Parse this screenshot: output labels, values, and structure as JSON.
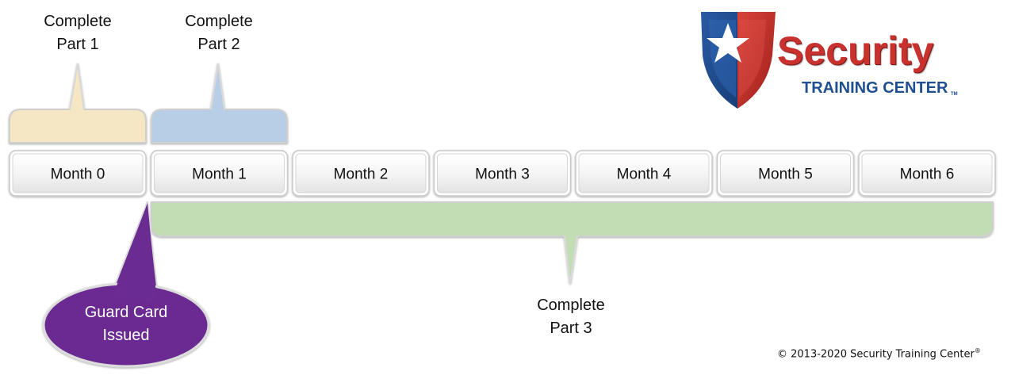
{
  "labels": {
    "part1": [
      "Complete",
      "Part 1"
    ],
    "part2": [
      "Complete",
      "Part 2"
    ],
    "part3": [
      "Complete",
      "Part 3"
    ],
    "guard_card": [
      "Guard Card",
      "Issued"
    ]
  },
  "months": [
    "Month 0",
    "Month 1",
    "Month 2",
    "Month 3",
    "Month 4",
    "Month 5",
    "Month 6"
  ],
  "logo": {
    "word": "Security",
    "subtitle": "TRAINING CENTER",
    "tm": "TM"
  },
  "copyright": {
    "text": "© 2013-2020 Security Training Center",
    "mark": "®"
  },
  "colors": {
    "part1_fill": "#f5e6c4",
    "part2_fill": "#b8cde6",
    "part3_fill": "#c2ddb3",
    "callout_fill": "#6a2c91",
    "logo_red": "#c8312d",
    "logo_blue": "#1f4e91"
  }
}
